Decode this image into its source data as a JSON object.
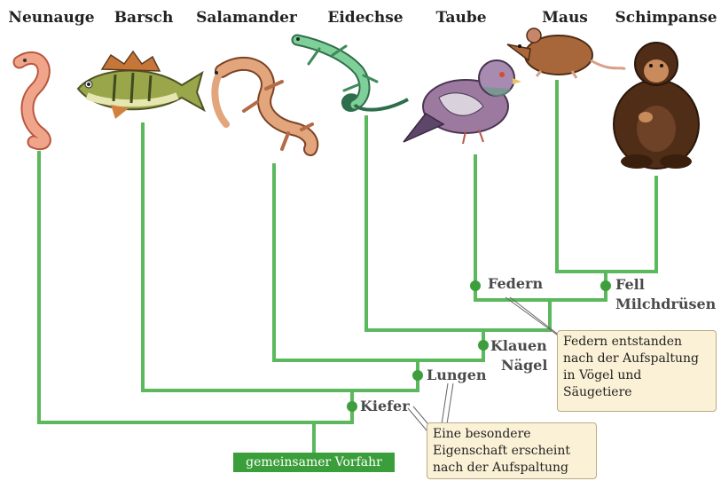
{
  "animals": [
    {
      "name": "Neunauge",
      "icon": "lamprey-icon"
    },
    {
      "name": "Barsch",
      "icon": "perch-icon"
    },
    {
      "name": "Salamander",
      "icon": "salamander-icon"
    },
    {
      "name": "Eidechse",
      "icon": "lizard-icon"
    },
    {
      "name": "Taube",
      "icon": "pigeon-icon"
    },
    {
      "name": "Maus",
      "icon": "mouse-icon"
    },
    {
      "name": "Schimpanse",
      "icon": "chimpanzee-icon"
    }
  ],
  "traits": {
    "kiefer": "Kiefer",
    "lungen": "Lungen",
    "klauen": "Klauen",
    "naegel": "Nägel",
    "federn": "Federn",
    "fell": "Fell",
    "milchdruesen": "Milchdrüsen"
  },
  "notes": {
    "split_birds_mammals": [
      "Federn entstanden",
      "nach der Aufspaltung",
      "in Vögel und",
      "Säugetiere"
    ],
    "special_trait": [
      "Eine besondere",
      "Eigenschaft erscheint",
      "nach der Aufspaltung"
    ]
  },
  "ancestor": "gemeinsamer Vorfahr",
  "colors": {
    "tree": "#5cb85c",
    "node": "#3e9e3e",
    "note_bg": "#fbf1d6",
    "ancestor_bg": "#3a9e3a"
  }
}
